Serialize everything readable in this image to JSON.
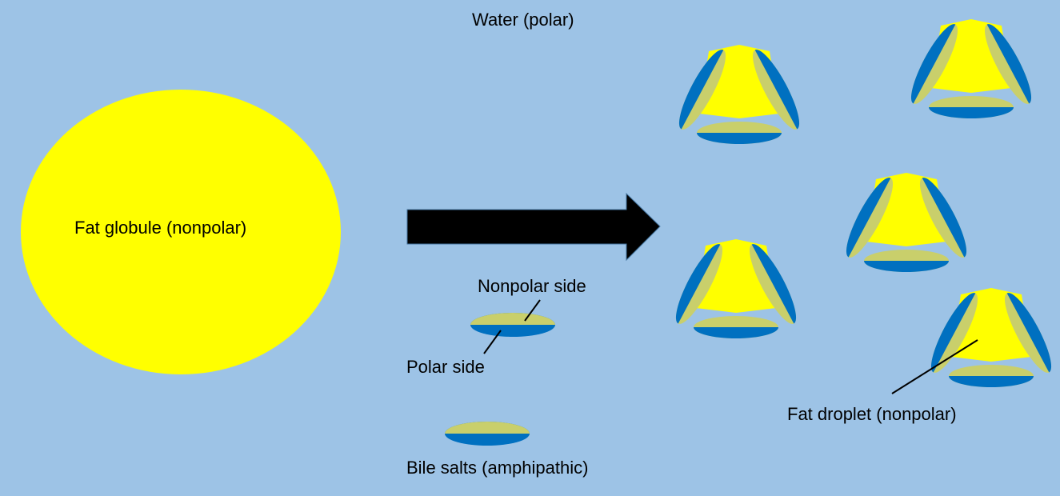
{
  "labels": {
    "water": "Water (polar)",
    "fat_globule": "Fat globule (nonpolar)",
    "nonpolar_side": "Nonpolar side",
    "polar_side": "Polar side",
    "bile_salts": "Bile salts (amphipathic)",
    "fat_droplet": "Fat droplet (nonpolar)"
  },
  "colors": {
    "water": "#9dc3e6",
    "fat": "#ffff00",
    "bile_polar": "#0070c0",
    "bile_nonpolar": "#c9cf6b",
    "arrow": "#000000"
  },
  "icons": {
    "process_arrow": "right-arrow-icon"
  }
}
